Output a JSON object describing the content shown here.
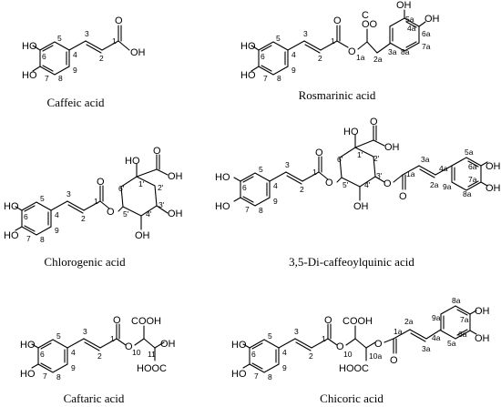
{
  "figure": {
    "molecules": [
      {
        "caption": "Caffeic acid"
      },
      {
        "caption": "Rosmarinic acid"
      },
      {
        "caption": "Chlorogenic acid"
      },
      {
        "caption": "3,5-Di-caffeoylquinic acid"
      },
      {
        "caption": "Caftaric acid"
      },
      {
        "caption": "Chicoric acid"
      }
    ]
  }
}
